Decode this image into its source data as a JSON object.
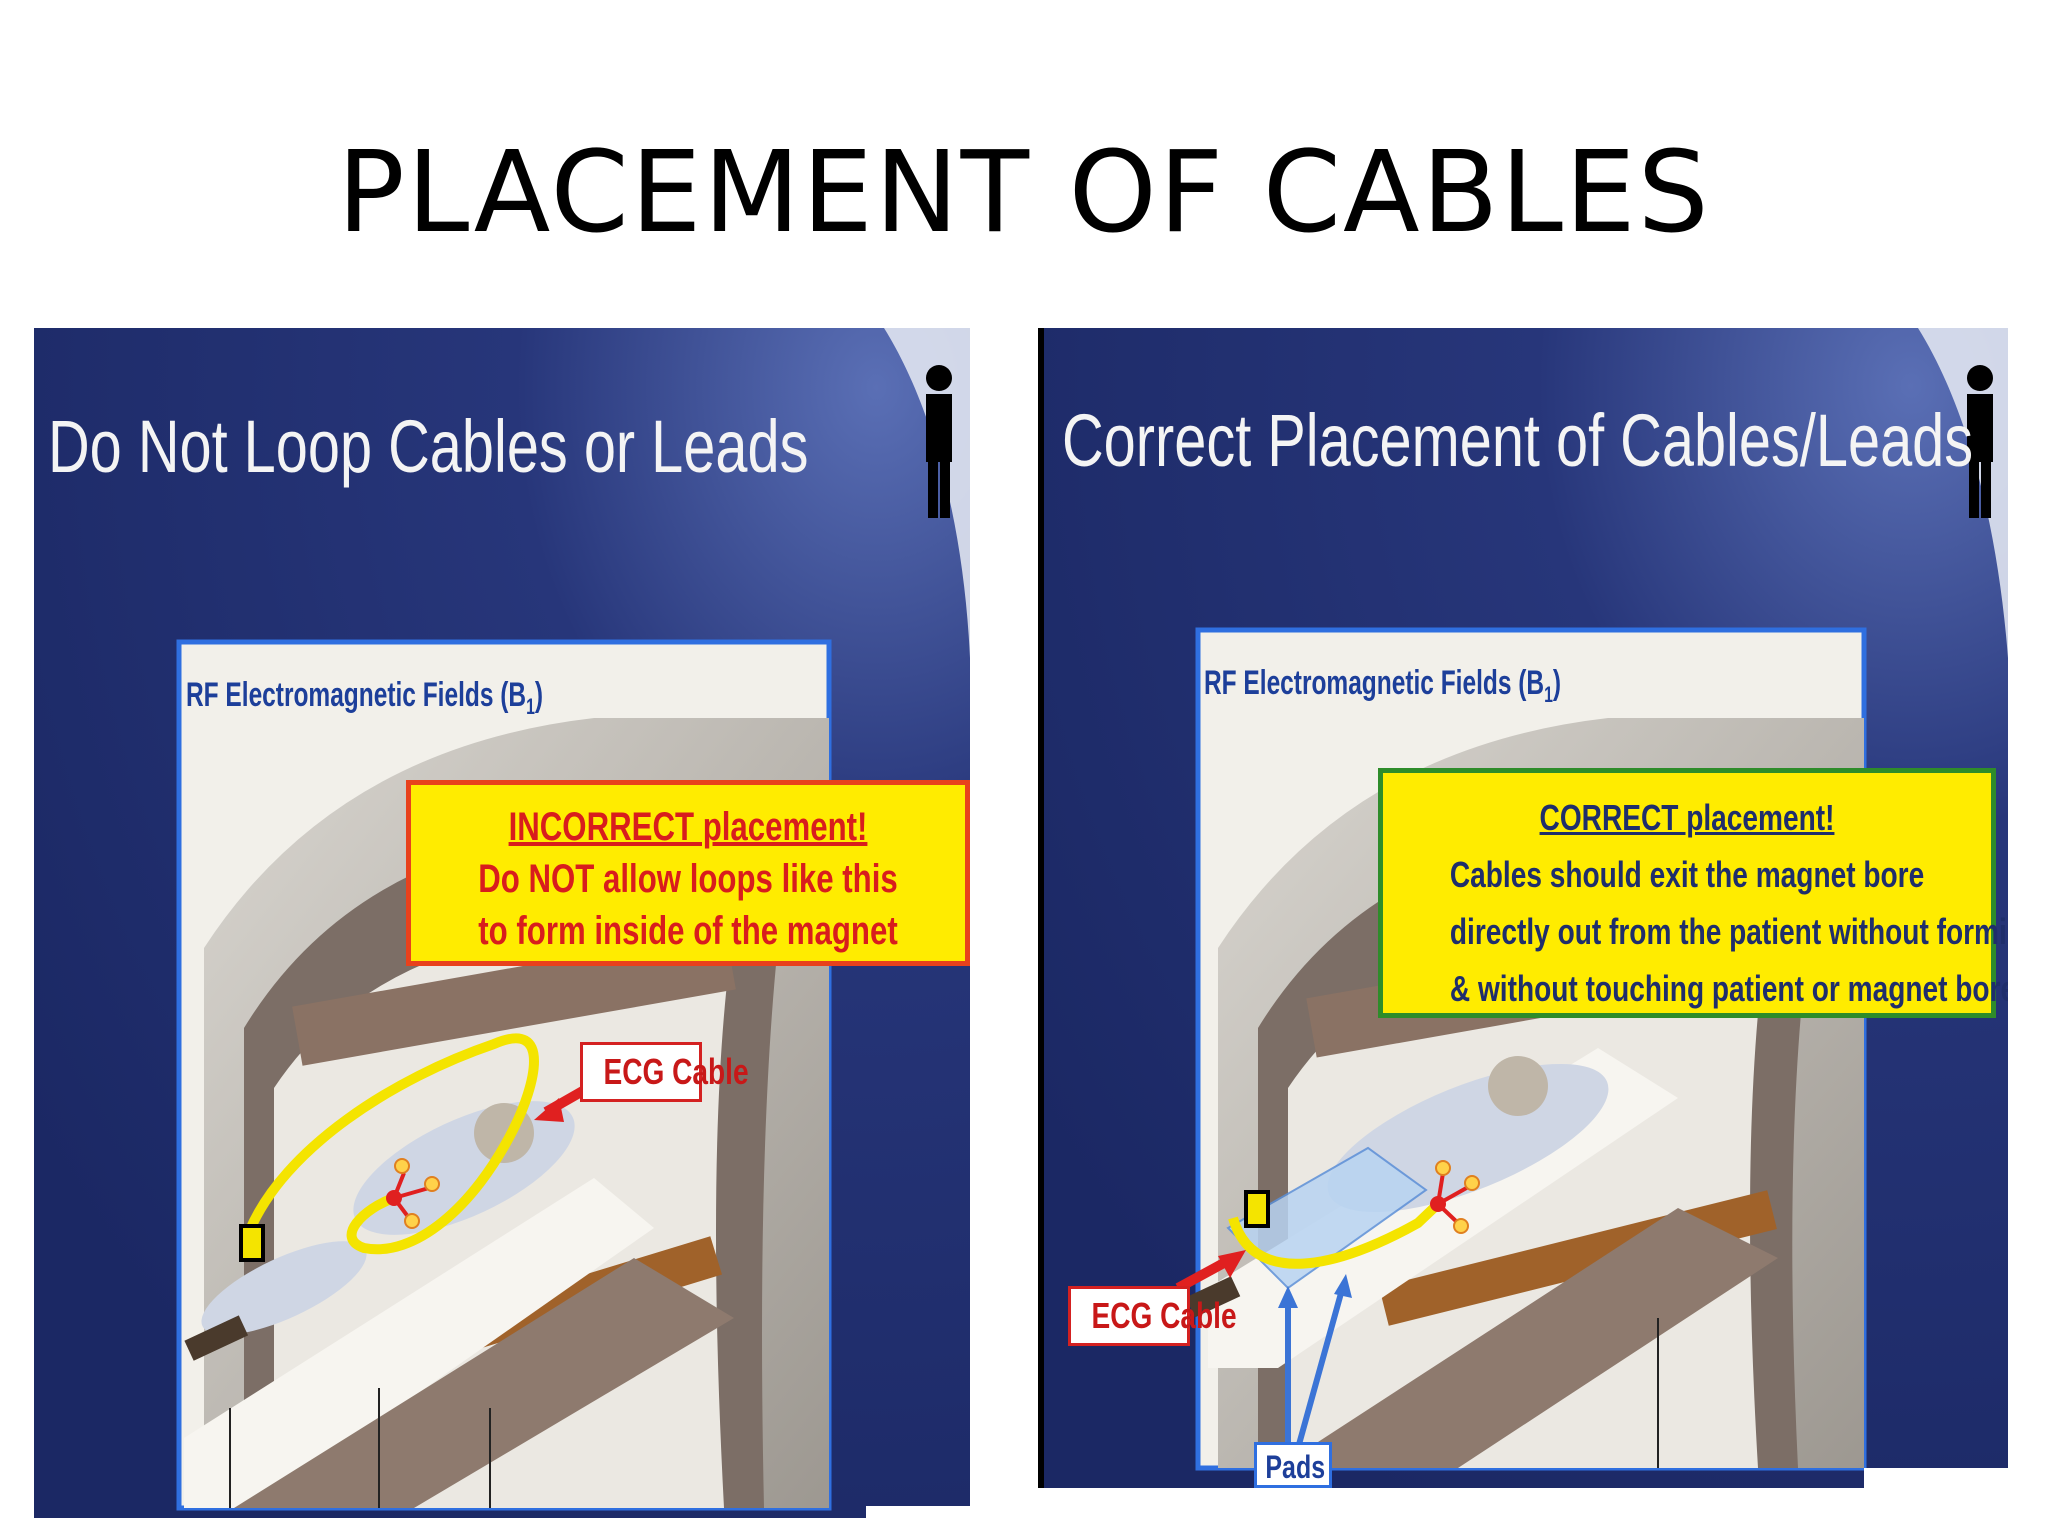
{
  "slide": {
    "title": "PLACEMENT OF CABLES"
  },
  "left_panel": {
    "heading": "Do Not Loop Cables or Leads",
    "rf_label": "RF Electromagnetic Fields (B",
    "rf_sub": "1",
    "rf_close": ")",
    "callout": {
      "line1": "INCORRECT placement!",
      "line2": "Do NOT allow loops like this",
      "line3": "to form inside of the magnet"
    },
    "tag": "ECG Cable"
  },
  "right_panel": {
    "heading": "Correct Placement of Cables/Leads",
    "rf_label": "RF Electromagnetic Fields (B",
    "rf_sub": "1",
    "rf_close": ")",
    "callout": {
      "line1": "CORRECT placement!",
      "line2": "Cables should exit the magnet bore",
      "line3": "directly out from the patient without forming loops",
      "line4": "& without touching patient or magnet bore wall"
    },
    "tag": "ECG Cable",
    "pads_label": "Pads"
  },
  "colors": {
    "panel_bg": "#1c2a6b",
    "frame_border": "#2f6fe0",
    "callout_fill": "#ffec00",
    "incorrect_border": "#e8411c",
    "correct_border": "#2e8c2a",
    "cable": "#f4e400",
    "electrode": "#e02020",
    "pads_arrow": "#3b74d6"
  },
  "icons": [
    "person-icon"
  ]
}
